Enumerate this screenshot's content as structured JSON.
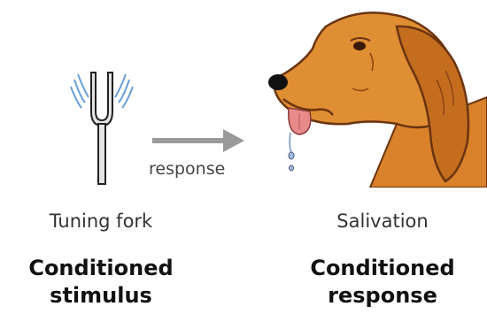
{
  "header": {
    "title_partial": ""
  },
  "left": {
    "caption": "Tuning fork",
    "heading_line1": "Conditioned",
    "heading_line2": "stimulus"
  },
  "arrow": {
    "label": "response",
    "color": "#9a9a9a"
  },
  "right": {
    "caption": "Salivation",
    "heading_line1": "Conditioned",
    "heading_line2": "response"
  },
  "icons": [
    "tuning-fork-icon",
    "arrow-right-icon",
    "dog-illustration"
  ],
  "colors": {
    "dog_fur": "#d9822b",
    "dog_outline": "#6b3410",
    "fork_vibration": "#6aa0d8"
  }
}
